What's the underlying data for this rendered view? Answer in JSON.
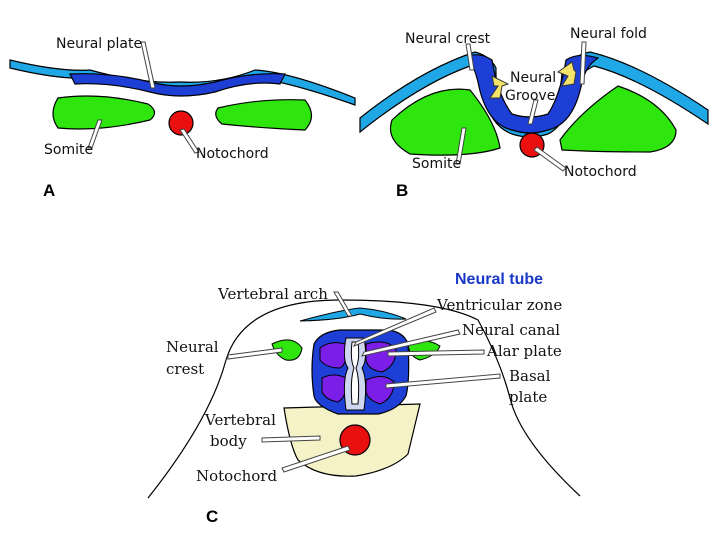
{
  "colors": {
    "ectoderm": "#1fa7e6",
    "neural_tissue": "#1d3fd6",
    "somite": "#2ee60e",
    "notochord": "#ea1010",
    "vertebral_body": "#f6f2c8",
    "ventricular_zone": "#cfd6f0",
    "plates": "#7a1ee8",
    "title": "#1a38c8"
  },
  "panels": {
    "a": {
      "letter": "A",
      "labels": {
        "neural_plate": "Neural plate",
        "somite": "Somite",
        "notochord": "Notochord"
      }
    },
    "b": {
      "letter": "B",
      "labels": {
        "neural_crest": "Neural crest",
        "neural_fold": "Neural fold",
        "neural_groove_1": "Neural",
        "neural_groove_2": "Groove",
        "somite": "Somite",
        "notochord": "Notochord"
      }
    },
    "c": {
      "letter": "C",
      "title": "Neural tube",
      "labels": {
        "vertebral_arch": "Vertebral arch",
        "ventricular_zone": "Ventricular zone",
        "neural_canal": "Neural canal",
        "alar_plate": "Alar plate",
        "basal_plate_1": "Basal",
        "basal_plate_2": "plate",
        "neural_crest_1": "Neural",
        "neural_crest_2": "crest",
        "vertebral_body_1": "Vertebral",
        "vertebral_body_2": "body",
        "notochord": "Notochord"
      }
    }
  }
}
